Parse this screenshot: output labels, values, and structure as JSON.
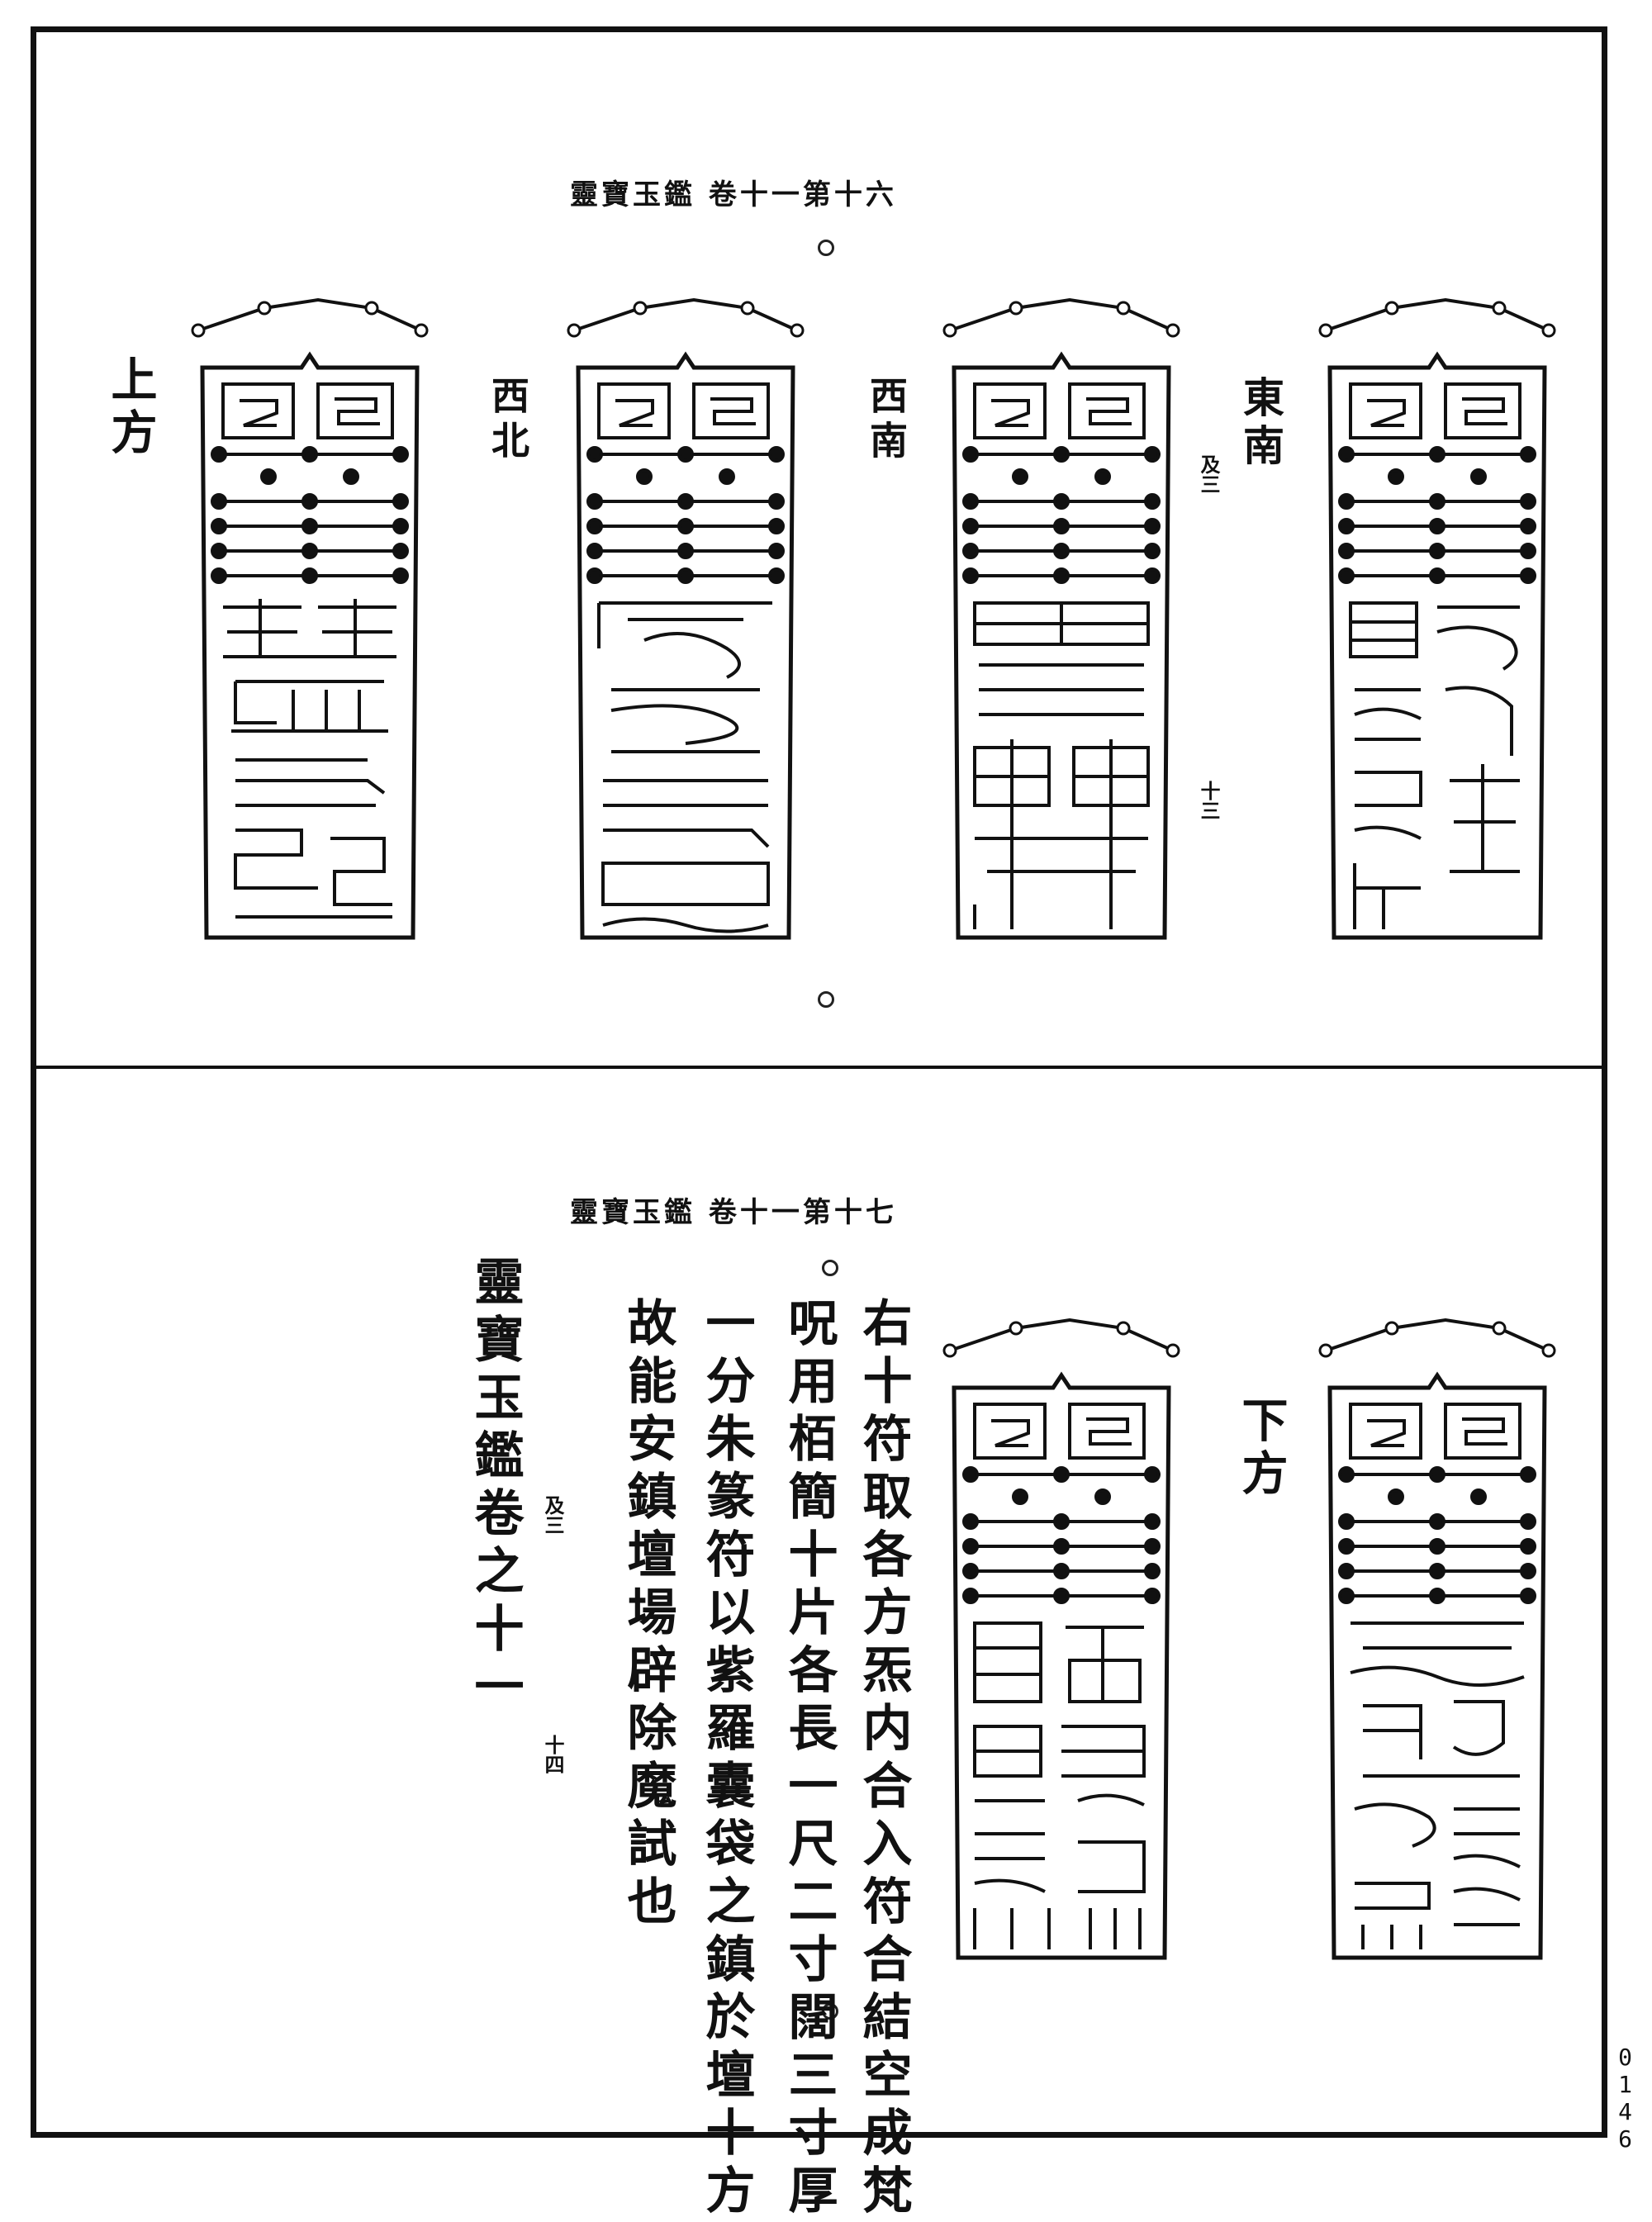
{
  "top_panel": {
    "header": "靈寶玉鑑 卷十一第十六",
    "labels": {
      "shangfang": "上方",
      "xibei": "西北",
      "xinan": "西南",
      "dongnan": "東南"
    },
    "margin_note": "及三",
    "margin_num": "十三",
    "talismans": [
      {
        "name": "upper-direction",
        "char_rows": 4
      },
      {
        "name": "northwest",
        "char_rows": 4
      },
      {
        "name": "southwest",
        "char_rows": 4
      },
      {
        "name": "southeast",
        "char_rows": 4
      }
    ]
  },
  "bottom_panel": {
    "header": "靈寶玉鑑 卷十一第十七",
    "label_xiafang": "下方",
    "text_columns": [
      "右十符取各方炁内合入符合結空成梵",
      "呪用栢簡十片各長一尺二寸闊三寸厚",
      "一分朱篆符以紫羅囊袋之鎮於壇十方",
      "故能安鎮壇場辟除魔試也"
    ],
    "end_title": "靈寶玉鑑卷之十一",
    "end_note": "及三",
    "end_num": "十四",
    "talismans": [
      {
        "name": "lower-direction-left",
        "char_rows": 4
      },
      {
        "name": "lower-direction-right",
        "char_rows": 4
      }
    ]
  },
  "page_number": "0146"
}
